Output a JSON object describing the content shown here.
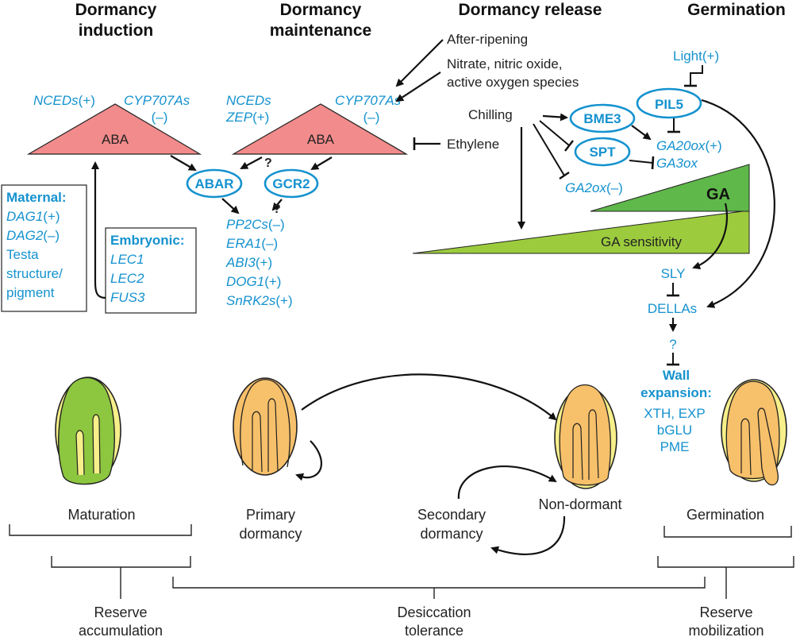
{
  "headers": {
    "induction": [
      "Dormancy",
      "induction"
    ],
    "maintenance": [
      "Dormancy",
      "maintenance"
    ],
    "release": "Dormancy release",
    "germination": "Germination"
  },
  "release_factors": {
    "after_ripening": "After-ripening",
    "nitrate": [
      "Nitrate, nitric oxide,",
      "active oxygen species"
    ],
    "ethylene": "Ethylene",
    "chilling": "Chilling",
    "light": "Light(+)"
  },
  "induction": {
    "nceds": "NCEDs",
    "nceds_sign": "(+)",
    "cyp": "CYP707As",
    "cyp_sign": "(–)",
    "aba": "ABA"
  },
  "maintenance": {
    "nceds": "NCEDs",
    "zep": "ZEP",
    "zep_sign": "(+)",
    "cyp": "CYP707As",
    "cyp_sign": "(–)",
    "aba": "ABA",
    "receptors": [
      "ABAR",
      "GCR2"
    ],
    "question": "?",
    "genes": [
      {
        "name": "PP2Cs",
        "sign": "(–)"
      },
      {
        "name": "ERA1",
        "sign": "(–)"
      },
      {
        "name": "ABI3",
        "sign": "(+)"
      },
      {
        "name": "DOG1",
        "sign": "(+)"
      },
      {
        "name": "SnRK2s",
        "sign": "(+)"
      }
    ]
  },
  "maternal": {
    "title": "Maternal:",
    "items": [
      {
        "name": "DAG1",
        "sign": "(+)"
      },
      {
        "name": "DAG2",
        "sign": "(–)"
      }
    ],
    "testa": [
      "Testa",
      "structure/",
      "pigment"
    ]
  },
  "embryonic": {
    "title": "Embryonic:",
    "items": [
      "LEC1",
      "LEC2",
      "FUS3"
    ]
  },
  "germination": {
    "bme3": "BME3",
    "spt": "SPT",
    "pil5": "PIL5",
    "ga20ox": "GA20ox",
    "ga20ox_sign": "(+)",
    "ga3ox": "GA3ox",
    "ga2ox": "GA2ox",
    "ga2ox_sign": "(–)",
    "ga": "GA",
    "ga_sensitivity": "GA sensitivity",
    "sly": "SLY",
    "dellas": "DELLAs",
    "question": "?",
    "wall_title": [
      "Wall",
      "expansion:"
    ],
    "wall_items": [
      "XTH, EXP",
      "bGLU",
      "PME"
    ]
  },
  "stages": {
    "maturation": "Maturation",
    "primary": [
      "Primary",
      "dormancy"
    ],
    "secondary": [
      "Secondary",
      "dormancy"
    ],
    "nondormant": "Non-dormant",
    "germination": "Germination"
  },
  "processes": {
    "reserve_accumulation": [
      "Reserve",
      "accumulation"
    ],
    "desiccation": [
      "Desiccation",
      "tolerance"
    ],
    "reserve_mobilization": [
      "Reserve",
      "mobilization"
    ]
  },
  "colors": {
    "aba_fill": "#f28b8b",
    "ga_dark": "#5fb84a",
    "ga_light": "#9ccc3d",
    "accent_blue": "#1592cf",
    "seed_coat": "#f7c06a",
    "seed_pale": "#f6ef8a",
    "embryo_green": "#8dc63f"
  }
}
